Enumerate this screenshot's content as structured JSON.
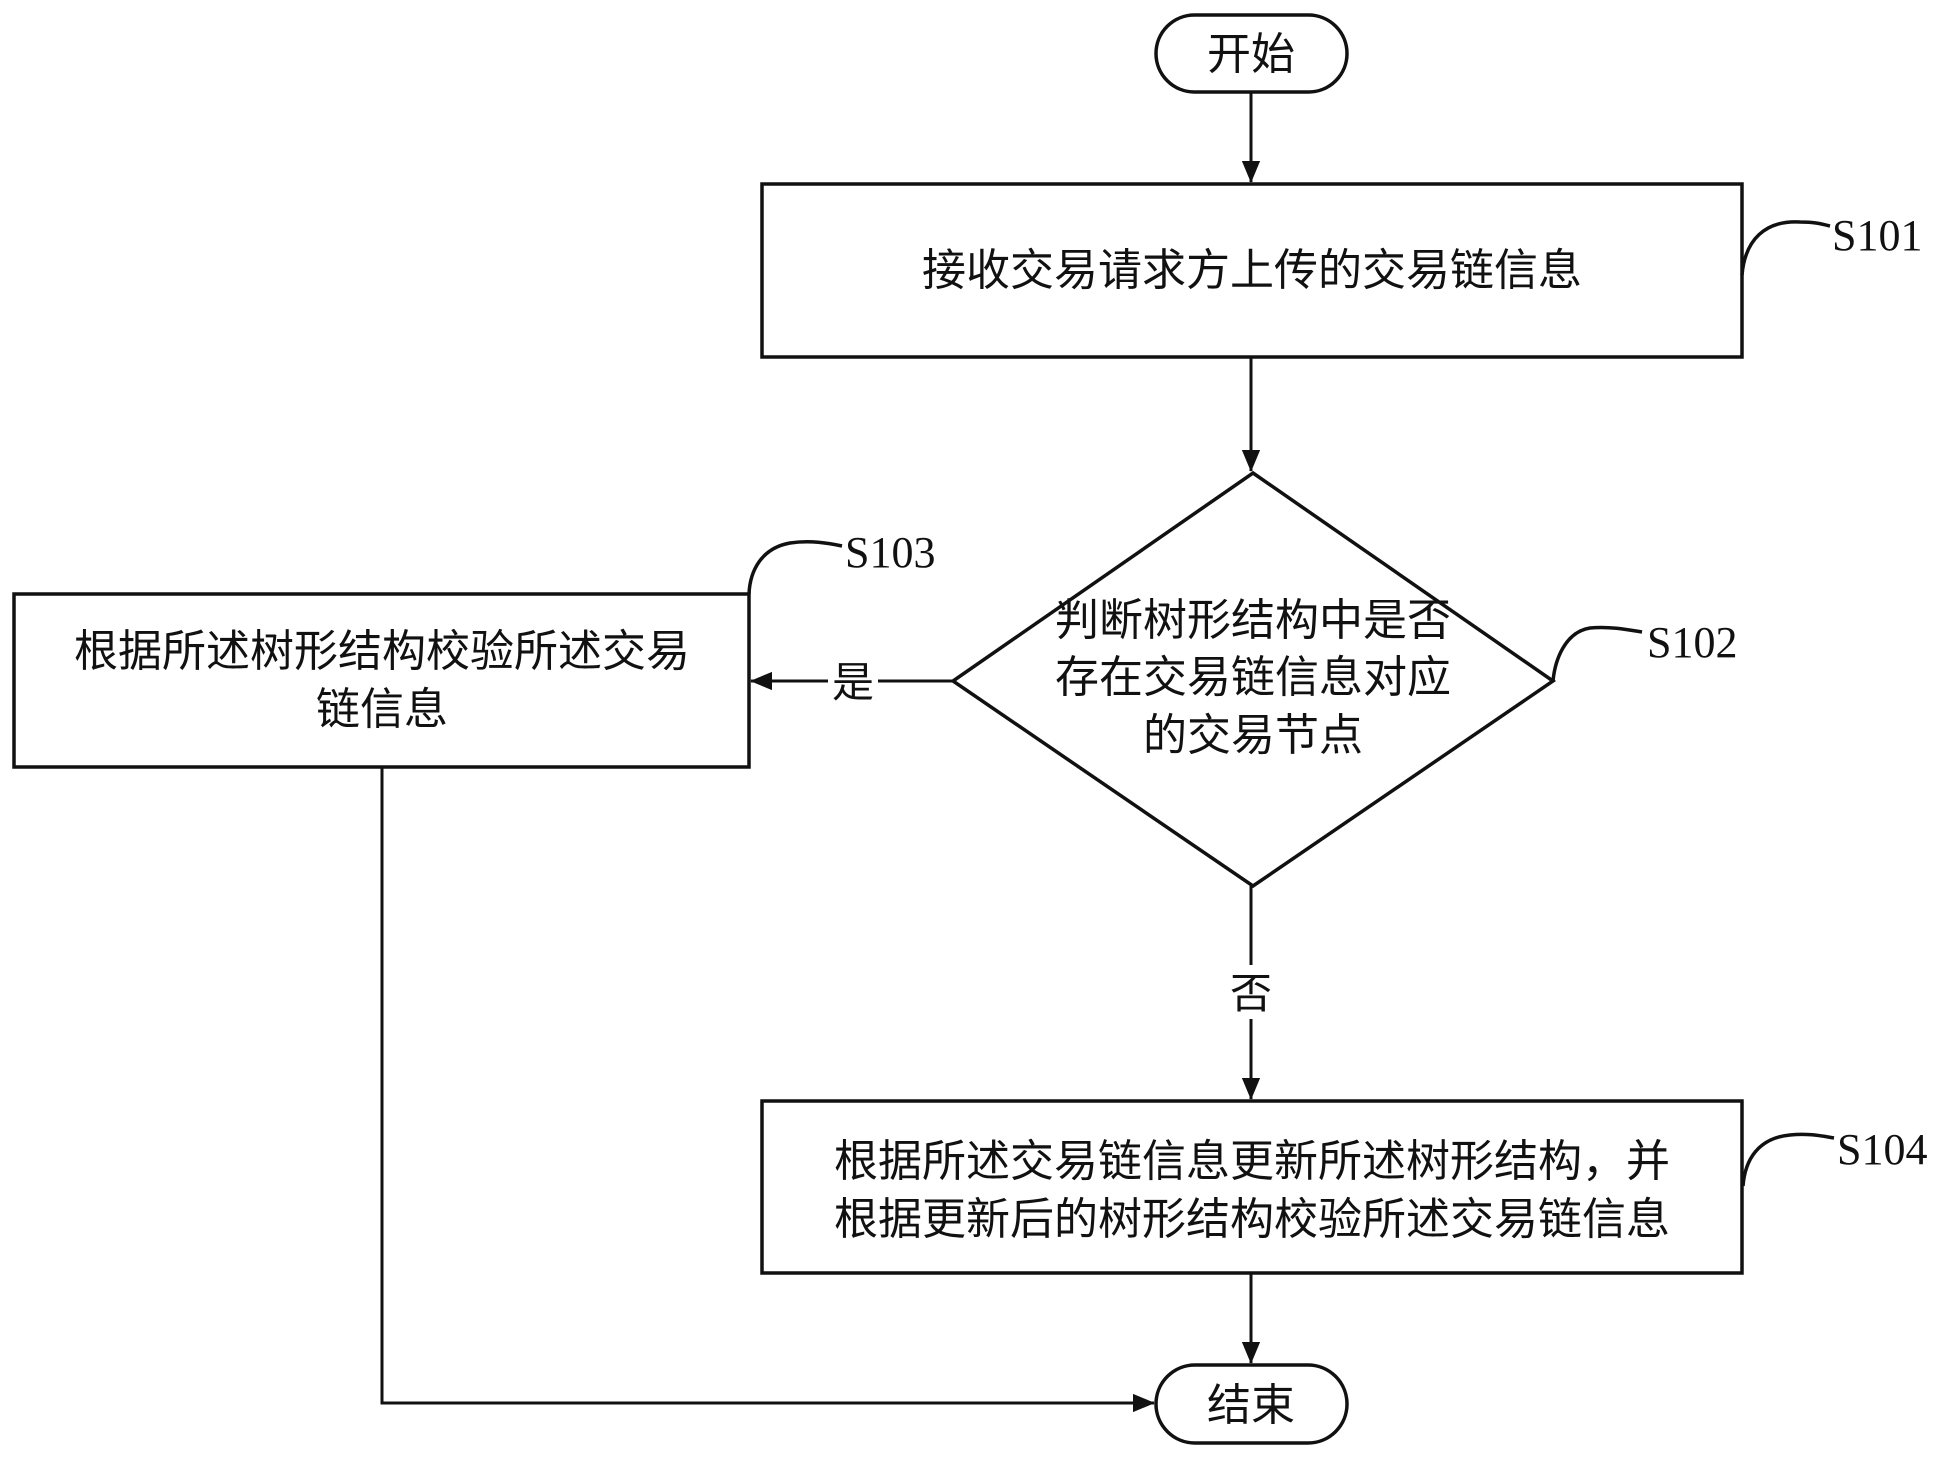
{
  "diagram": {
    "type": "flowchart",
    "nodes": {
      "start": {
        "kind": "terminal",
        "text": "开始"
      },
      "s101": {
        "kind": "process",
        "step": "S101",
        "lines": [
          "接收交易请求方上传的交易链信息"
        ]
      },
      "s102": {
        "kind": "decision",
        "step": "S102",
        "lines": [
          "判断树形结构中是否",
          "存在交易链信息对应",
          "的交易节点"
        ]
      },
      "s103": {
        "kind": "process",
        "step": "S103",
        "lines": [
          "根据所述树形结构校验所述交易",
          "链信息"
        ]
      },
      "s104": {
        "kind": "process",
        "step": "S104",
        "lines": [
          "根据所述交易链信息更新所述树形结构，并",
          "根据更新后的树形结构校验所述交易链信息"
        ]
      },
      "end": {
        "kind": "terminal",
        "text": "结束"
      }
    },
    "edges": [
      {
        "from": "start",
        "to": "s101",
        "label": ""
      },
      {
        "from": "s101",
        "to": "s102",
        "label": ""
      },
      {
        "from": "s102",
        "to": "s103",
        "label": "是"
      },
      {
        "from": "s102",
        "to": "s104",
        "label": "否"
      },
      {
        "from": "s104",
        "to": "end",
        "label": ""
      },
      {
        "from": "s103",
        "to": "end",
        "label": ""
      }
    ]
  }
}
